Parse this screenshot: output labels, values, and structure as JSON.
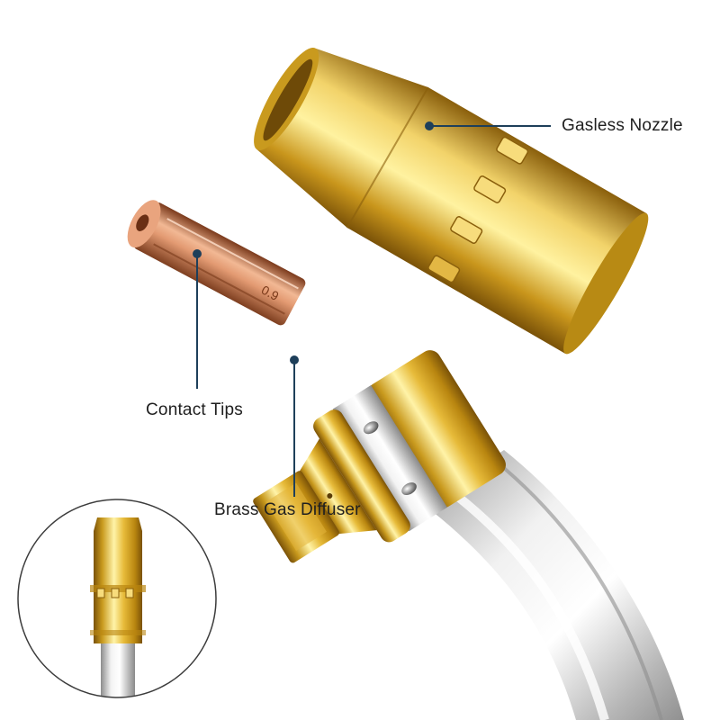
{
  "labels": {
    "gasless_nozzle": "Gasless Nozzle",
    "contact_tips": "Contact Tips",
    "brass_gas_diffuser": "Brass Gas Diffuser"
  },
  "tip_engraving": "0.9",
  "colors": {
    "background": "#ffffff",
    "brass": "#d9aa2a",
    "copper": "#c9774f",
    "steel": "#c8c8c8",
    "leader_line": "#1e3f5a",
    "label_text": "#1f1f1f"
  },
  "icons": {
    "nozzle": "brass-nozzle-icon",
    "contact_tip": "copper-tip-icon",
    "diffuser": "brass-diffuser-icon",
    "gooseneck": "steel-gooseneck-icon",
    "inset": "assembled-torch-inset-icon"
  }
}
